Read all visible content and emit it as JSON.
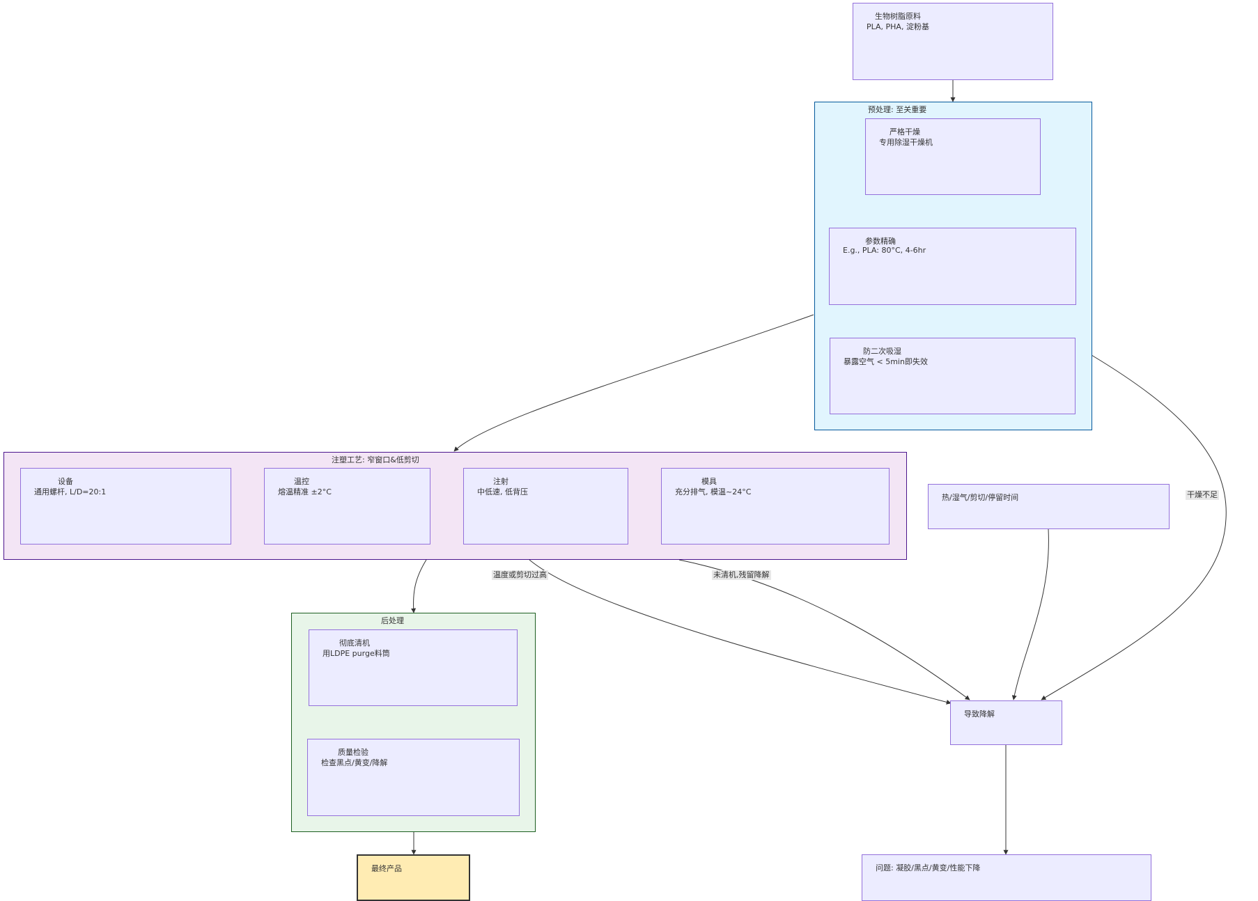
{
  "nodes": {
    "raw_material": {
      "title": "生物树脂原料",
      "subtitle": "PLA, PHA, 淀粉基"
    },
    "strict_drying": {
      "title": "严格干燥",
      "subtitle": "专用除湿干燥机"
    },
    "precise_params": {
      "title": "参数精确",
      "subtitle": "E.g., PLA: 80°C, 4-6hr"
    },
    "anti_moisture": {
      "title": "防二次吸湿",
      "subtitle": "暴露空气 < 5min即失效"
    },
    "equipment": {
      "title": "设备",
      "subtitle": "通用螺杆, L/D=20:1"
    },
    "temp_control": {
      "title": "温控",
      "subtitle": "熔温精准 ±2°C"
    },
    "injection": {
      "title": "注射",
      "subtitle": "中低速, 低背压"
    },
    "mold": {
      "title": "模具",
      "subtitle": "充分排气, 模温~24°C"
    },
    "causes": {
      "title": "热/湿气/剪切/停留时间"
    },
    "purge": {
      "title": "彻底清机",
      "subtitle": "用LDPE purge料筒"
    },
    "quality": {
      "title": "质量检验",
      "subtitle": "检查黑点/黄变/降解"
    },
    "final_product": {
      "title": "最终产品"
    },
    "degradation": {
      "title": "导致降解"
    },
    "problem": {
      "title": "问题: 凝胶/黑点/黄变/性能下降"
    }
  },
  "clusters": {
    "pretreatment": "预处理: 至关重要",
    "molding": "注塑工艺: 窄窗口&低剪切",
    "post": "后处理"
  },
  "edge_labels": {
    "insufficient_drying": "干燥不足",
    "too_high": "温度或剪切过高",
    "no_purge": "未清机,残留降解"
  },
  "colors": {
    "node_fill": "#ECECFF",
    "node_stroke": "#9370DB",
    "pretreatment_fill": "#E1F5FE",
    "pretreatment_stroke": "#01579B",
    "molding_fill": "#F3E5F5",
    "molding_stroke": "#4A148C",
    "post_fill": "#E8F5E9",
    "post_stroke": "#1B5E20",
    "final_fill": "#FFECB3",
    "final_stroke": "#333333",
    "edge": "#333333"
  }
}
